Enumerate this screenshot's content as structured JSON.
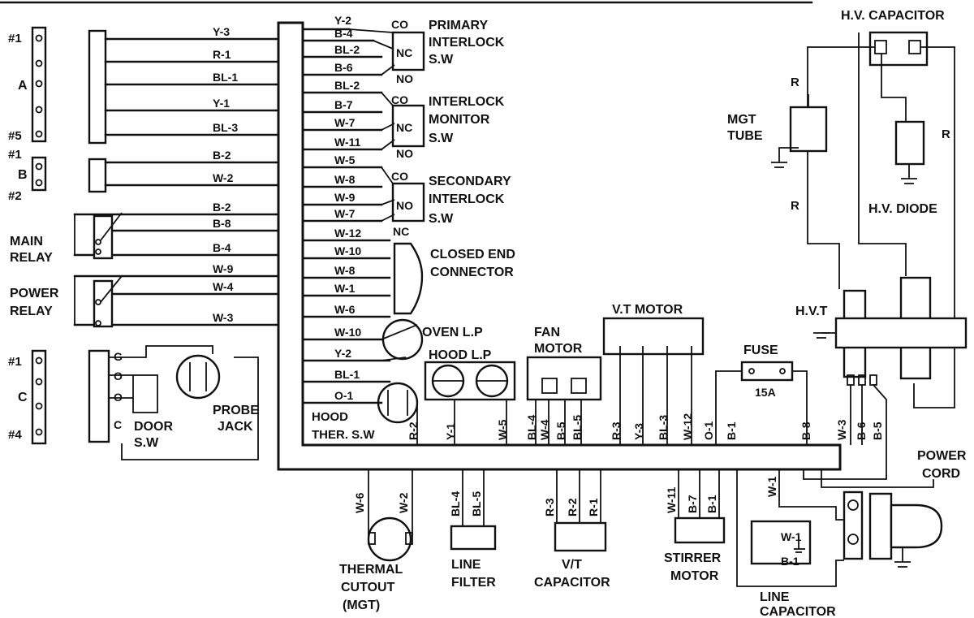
{
  "diagram": {
    "left_labels": {
      "conn_a_pin1": "#1",
      "conn_a_name": "A",
      "conn_a_pin5": "#5",
      "conn_b_pin1": "#1",
      "conn_b_name": "B",
      "conn_b_pin2": "#2",
      "main_relay_1": "MAIN",
      "main_relay_2": "RELAY",
      "power_relay_1": "POWER",
      "power_relay_2": "RELAY",
      "conn_c_pin1": "#1",
      "conn_c_name": "C",
      "conn_c_pin4": "#4",
      "door_g": "G",
      "door_o1": "O",
      "door_o2": "O",
      "door_c": "C",
      "door_sw_1": "DOOR",
      "door_sw_2": "S.W",
      "probe_1": "PROBE",
      "probe_2": "JACK"
    },
    "left_wires": [
      "Y-3",
      "R-1",
      "BL-1",
      "Y-1",
      "BL-3",
      "B-2",
      "W-2",
      "B-2",
      "B-8",
      "B-4",
      "W-9",
      "W-4",
      "W-3"
    ],
    "right_wires": [
      "Y-2",
      "B-4",
      "BL-2",
      "B-6",
      "BL-2",
      "B-7",
      "W-7",
      "W-11",
      "W-5",
      "W-8",
      "W-9",
      "W-7",
      "W-12",
      "W-10",
      "W-8",
      "W-1",
      "W-6",
      "W-10",
      "Y-2",
      "BL-1",
      "O-1"
    ],
    "interlocks": [
      {
        "co": "CO",
        "nc": "NC",
        "no": "NO",
        "name1": "PRIMARY",
        "name2": "INTERLOCK",
        "name3": "S.W"
      },
      {
        "co": "CO",
        "nc": "NC",
        "no": "NO",
        "name1": "INTERLOCK",
        "name2": "MONITOR",
        "name3": "S.W"
      },
      {
        "co": "CO",
        "nc": "NO",
        "no": "NC",
        "name1": "SECONDARY",
        "name2": "INTERLOCK",
        "name3": "S.W"
      }
    ],
    "closed_end_1": "CLOSED END",
    "closed_end_2": "CONNECTOR",
    "oven_lp": "OVEN L.P",
    "hood_lp": "HOOD L.P",
    "hood_ther_1": "HOOD",
    "hood_ther_2": "THER. S.W",
    "fan_motor_1": "FAN",
    "fan_motor_2": "MOTOR",
    "vt_motor": "V.T MOTOR",
    "fuse": "FUSE",
    "fuse_rating": "15A",
    "hv_capacitor": "H.V. CAPACITOR",
    "mgt_tube_1": "MGT",
    "mgt_tube_2": "TUBE",
    "hv_diode": "H.V. DIODE",
    "hvt": "H.V.T",
    "r_labels": [
      "R",
      "R",
      "R"
    ],
    "bottom_wires": [
      "R-2",
      "Y-1",
      "W-5",
      "BL-4",
      "W-4",
      "B-5",
      "BL-5",
      "R-3",
      "Y-3",
      "BL-3",
      "W-12",
      "O-1",
      "B-1",
      "B-8",
      "W-3",
      "B-6",
      "B-5"
    ],
    "thermal_wires": [
      "W-6",
      "W-2"
    ],
    "filter_wires": [
      "BL-4",
      "BL-5"
    ],
    "vt_cap_wires": [
      "R-3",
      "R-2",
      "R-1"
    ],
    "stirrer_wires": [
      "W-11",
      "B-7",
      "B-1"
    ],
    "line_cap_wires": [
      "W-1",
      "W-1",
      "B-1"
    ],
    "thermal_1": "THERMAL",
    "thermal_2": "CUTOUT",
    "thermal_3": "(MGT)",
    "line_filter_1": "LINE",
    "line_filter_2": "FILTER",
    "vt_capacitor_1": "V/T",
    "vt_capacitor_2": "CAPACITOR",
    "stirrer_1": "STIRRER",
    "stirrer_2": "MOTOR",
    "line_cap_1": "LINE",
    "line_cap_2": "CAPACITOR",
    "power_cord_1": "POWER",
    "power_cord_2": "CORD"
  }
}
